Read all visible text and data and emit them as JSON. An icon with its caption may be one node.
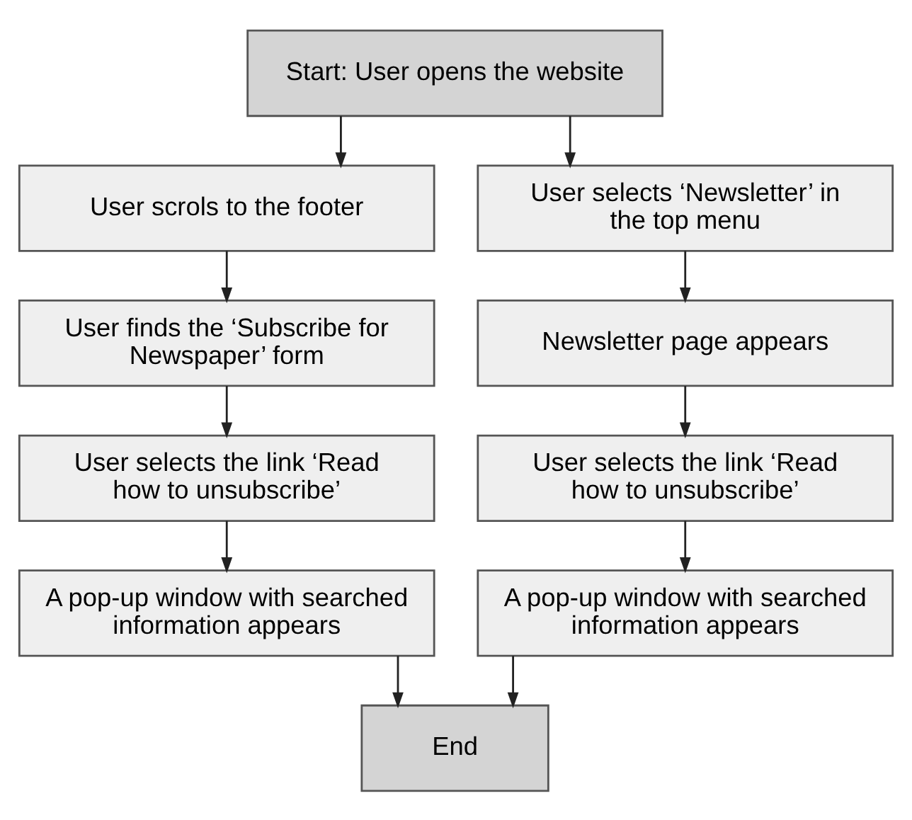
{
  "diagram": {
    "nodes": [
      {
        "text": [
          "Start: User opens the website"
        ]
      },
      {
        "text": [
          "User scrols to the footer"
        ]
      },
      {
        "text": [
          "User selects ‘Newsletter’ in the top menu"
        ]
      },
      {
        "text": [
          "User finds the ‘Subscribe for Newspaper’ form"
        ]
      },
      {
        "text": [
          "Newsletter page appears"
        ]
      },
      {
        "text": [
          "User selects the link ‘Read how to unsubscribe’"
        ]
      },
      {
        "text": [
          "User selects the link ‘Read how to unsubscribe’"
        ]
      },
      {
        "text": [
          "A pop-up window with searched information appears"
        ]
      },
      {
        "text": [
          "A pop-up window with searched information appears"
        ]
      },
      {
        "text": [
          "End"
        ]
      }
    ],
    "edges": [
      {
        "from": 0,
        "to": 1,
        "arrow": "to"
      },
      {
        "from": 0,
        "to": 2,
        "arrow": "to"
      },
      {
        "from": 1,
        "to": 3,
        "arrow": "to"
      },
      {
        "from": 3,
        "to": 5,
        "arrow": "to"
      },
      {
        "from": 5,
        "to": 7,
        "arrow": "to"
      },
      {
        "from": 7,
        "to": 9,
        "arrow": "to"
      },
      {
        "from": 2,
        "to": 4,
        "arrow": "to"
      },
      {
        "from": 4,
        "to": 6,
        "arrow": "to"
      },
      {
        "from": 6,
        "to": 8,
        "arrow": "to"
      },
      {
        "from": 8,
        "to": 9,
        "arrow": "to"
      }
    ]
  }
}
